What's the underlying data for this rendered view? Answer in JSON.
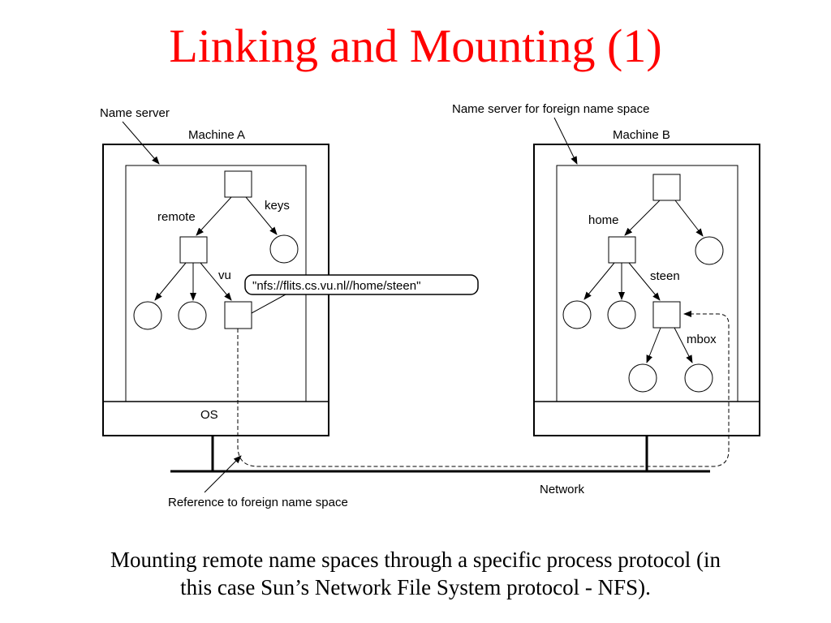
{
  "slide": {
    "title": "Linking and Mounting (1)",
    "caption_line1": "Mounting remote name spaces through a specific process protocol (in",
    "caption_line2": "this case Sun’s Network File System protocol - NFS)."
  },
  "diagram": {
    "name_server_label": "Name server",
    "foreign_name_server_label": "Name server for foreign name space",
    "machine_a_label": "Machine A",
    "machine_b_label": "Machine B",
    "os_label": "OS",
    "network_label": "Network",
    "reference_label": "Reference to foreign name space",
    "edge_remote": "remote",
    "edge_keys": "keys",
    "edge_vu": "vu",
    "mount_string": "\"nfs://flits.cs.vu.nl//home/steen\"",
    "edge_home": "home",
    "edge_steen": "steen",
    "edge_mbox": "mbox"
  },
  "colors": {
    "title": "#ff0000",
    "text": "#000000",
    "background": "#ffffff"
  }
}
